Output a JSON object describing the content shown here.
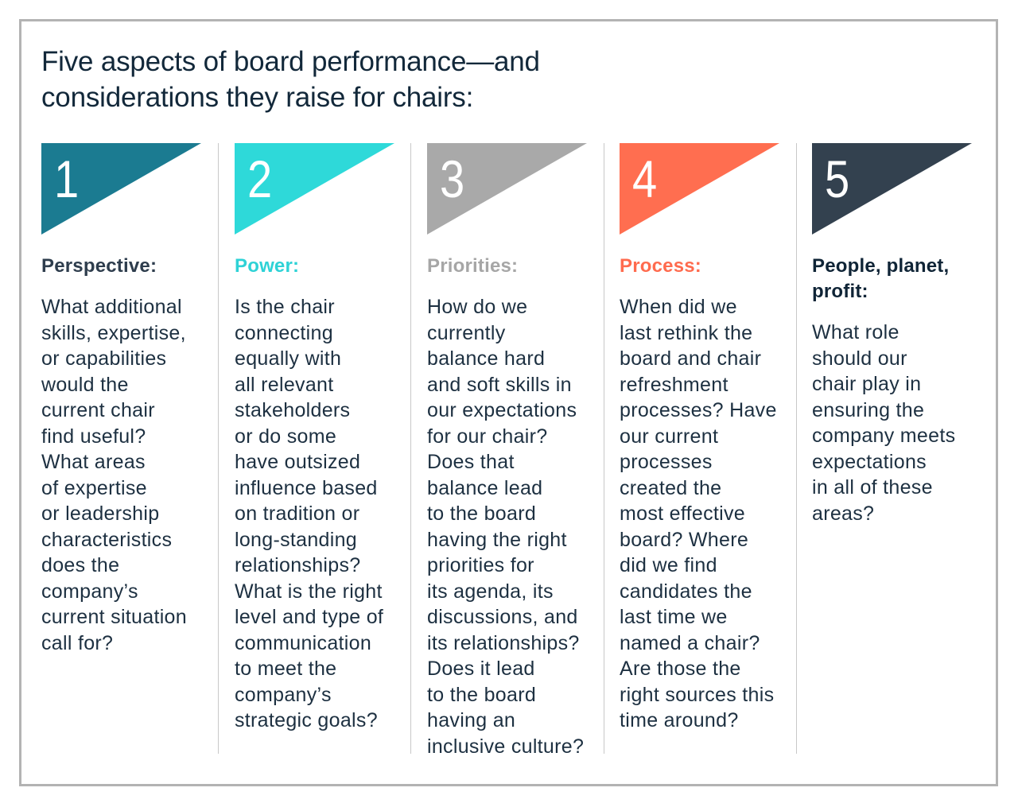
{
  "title": {
    "line1": "Five aspects of board performance—and",
    "line2": "considerations they raise for chairs:"
  },
  "columns": [
    {
      "number": "1",
      "color": "#1b7b91",
      "heading": "Perspective:",
      "heading_color": "#2e3d4d",
      "lines": [
        "What additional",
        "skills, expertise,",
        "or capabilities",
        "would the",
        "current chair",
        "find useful?",
        "What areas",
        "of expertise",
        "or leadership",
        "characteristics",
        "does the",
        "company’s",
        "current situation",
        "call for?"
      ]
    },
    {
      "number": "2",
      "color": "#2ed9d9",
      "heading": "Power:",
      "heading_color": "#2ed2d6",
      "lines": [
        "Is the chair",
        "connecting",
        "equally with",
        "all relevant",
        "stakeholders",
        "or do some",
        "have outsized",
        "influence based",
        "on tradition or",
        "long-standing",
        "relationships?",
        "What is the right",
        "level and type of",
        "communication",
        "to meet the",
        "company’s",
        "strategic goals?"
      ]
    },
    {
      "number": "3",
      "color": "#a9a9a9",
      "heading": "Priorities:",
      "heading_color": "#a6a6a6",
      "lines": [
        "How do we",
        "currently",
        "balance hard",
        "and soft skills in",
        "our expectations",
        "for our chair?",
        "Does that",
        "balance lead",
        "to the board",
        "having the right",
        "priorities for",
        "its agenda, its",
        "discussions, and",
        "its relationships?",
        "Does it lead",
        "to the board",
        "having an",
        "inclusive culture?"
      ]
    },
    {
      "number": "4",
      "color": "#ff6e50",
      "heading": "Process:",
      "heading_color": "#ff6b4e",
      "lines": [
        "When did we",
        "last rethink the",
        "board and chair",
        "refreshment",
        "processes? Have",
        "our current",
        "processes",
        "created the",
        "most effective",
        "board? Where",
        "did we find",
        "candidates the",
        "last time we",
        "named a chair?",
        "Are those the",
        "right sources this",
        "time around?"
      ]
    },
    {
      "number": "5",
      "color": "#33414f",
      "heading_lines": [
        "People, planet,",
        "profit:"
      ],
      "heading_color": "#0f2436",
      "lines": [
        "What role",
        "should our",
        "chair play in",
        "ensuring the",
        "company meets",
        "expectations",
        "in all of these",
        "areas?"
      ]
    }
  ]
}
